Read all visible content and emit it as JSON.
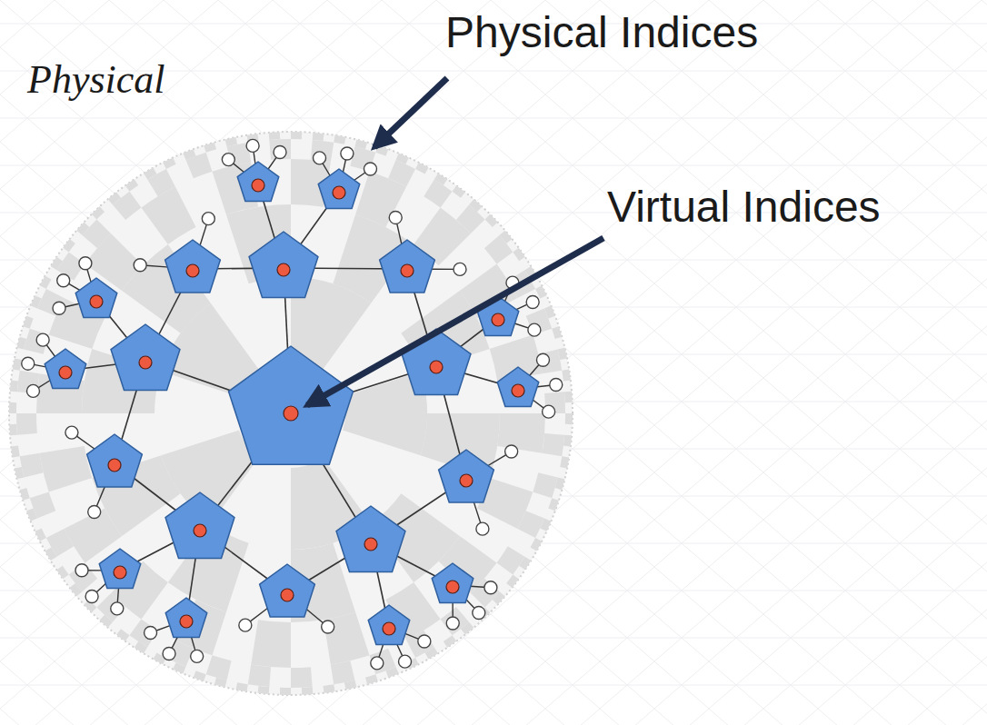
{
  "diagram": {
    "labels": [
      "Physical",
      "Physical Indices",
      "Virtual Indices"
    ]
  }
}
